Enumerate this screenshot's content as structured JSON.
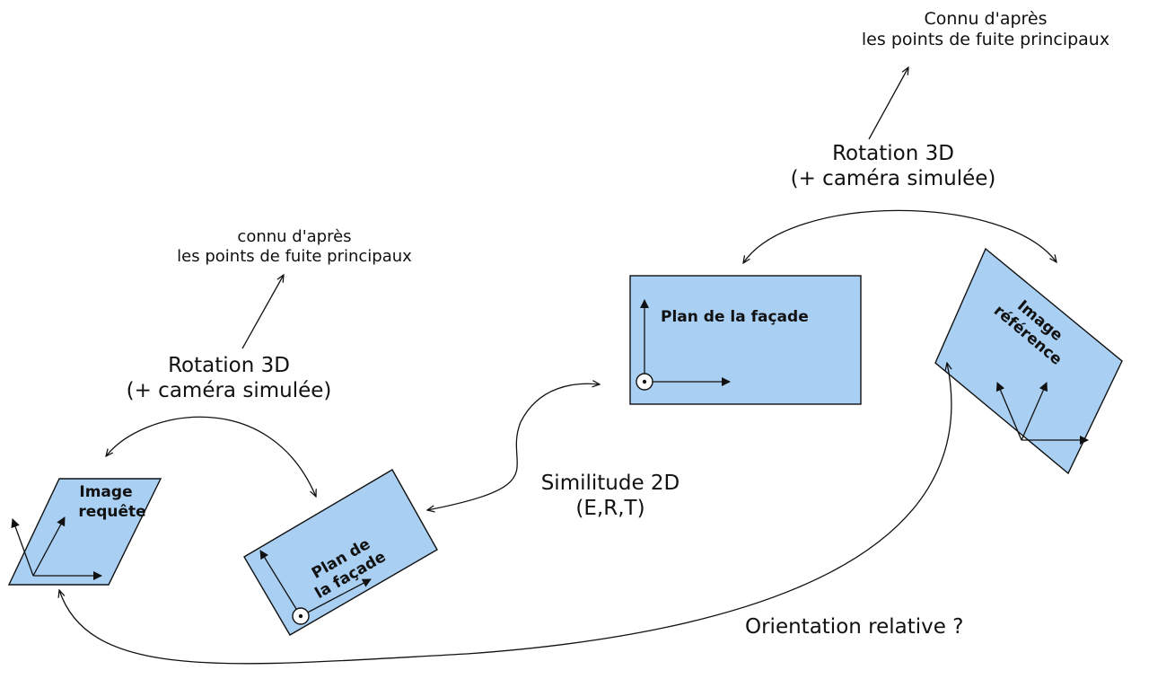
{
  "planes": {
    "query_image": [
      "Image",
      "requête"
    ],
    "facade_plane_tilted": [
      "Plan de",
      "la façade"
    ],
    "facade_plane": "Plan de la façade",
    "reference_image": [
      "Image",
      "référence"
    ]
  },
  "labels": {
    "known_left": [
      "connu d'après",
      "les points de fuite principaux"
    ],
    "known_right": [
      "Connu d'après",
      "les points de fuite principaux"
    ],
    "rotation_left": [
      "Rotation 3D",
      "(+ caméra simulée)"
    ],
    "rotation_right": [
      "Rotation 3D",
      "(+ caméra simulée)"
    ],
    "similitude": [
      "Similitude 2D",
      "(E,R,T)"
    ],
    "orientation": "Orientation relative ?"
  }
}
